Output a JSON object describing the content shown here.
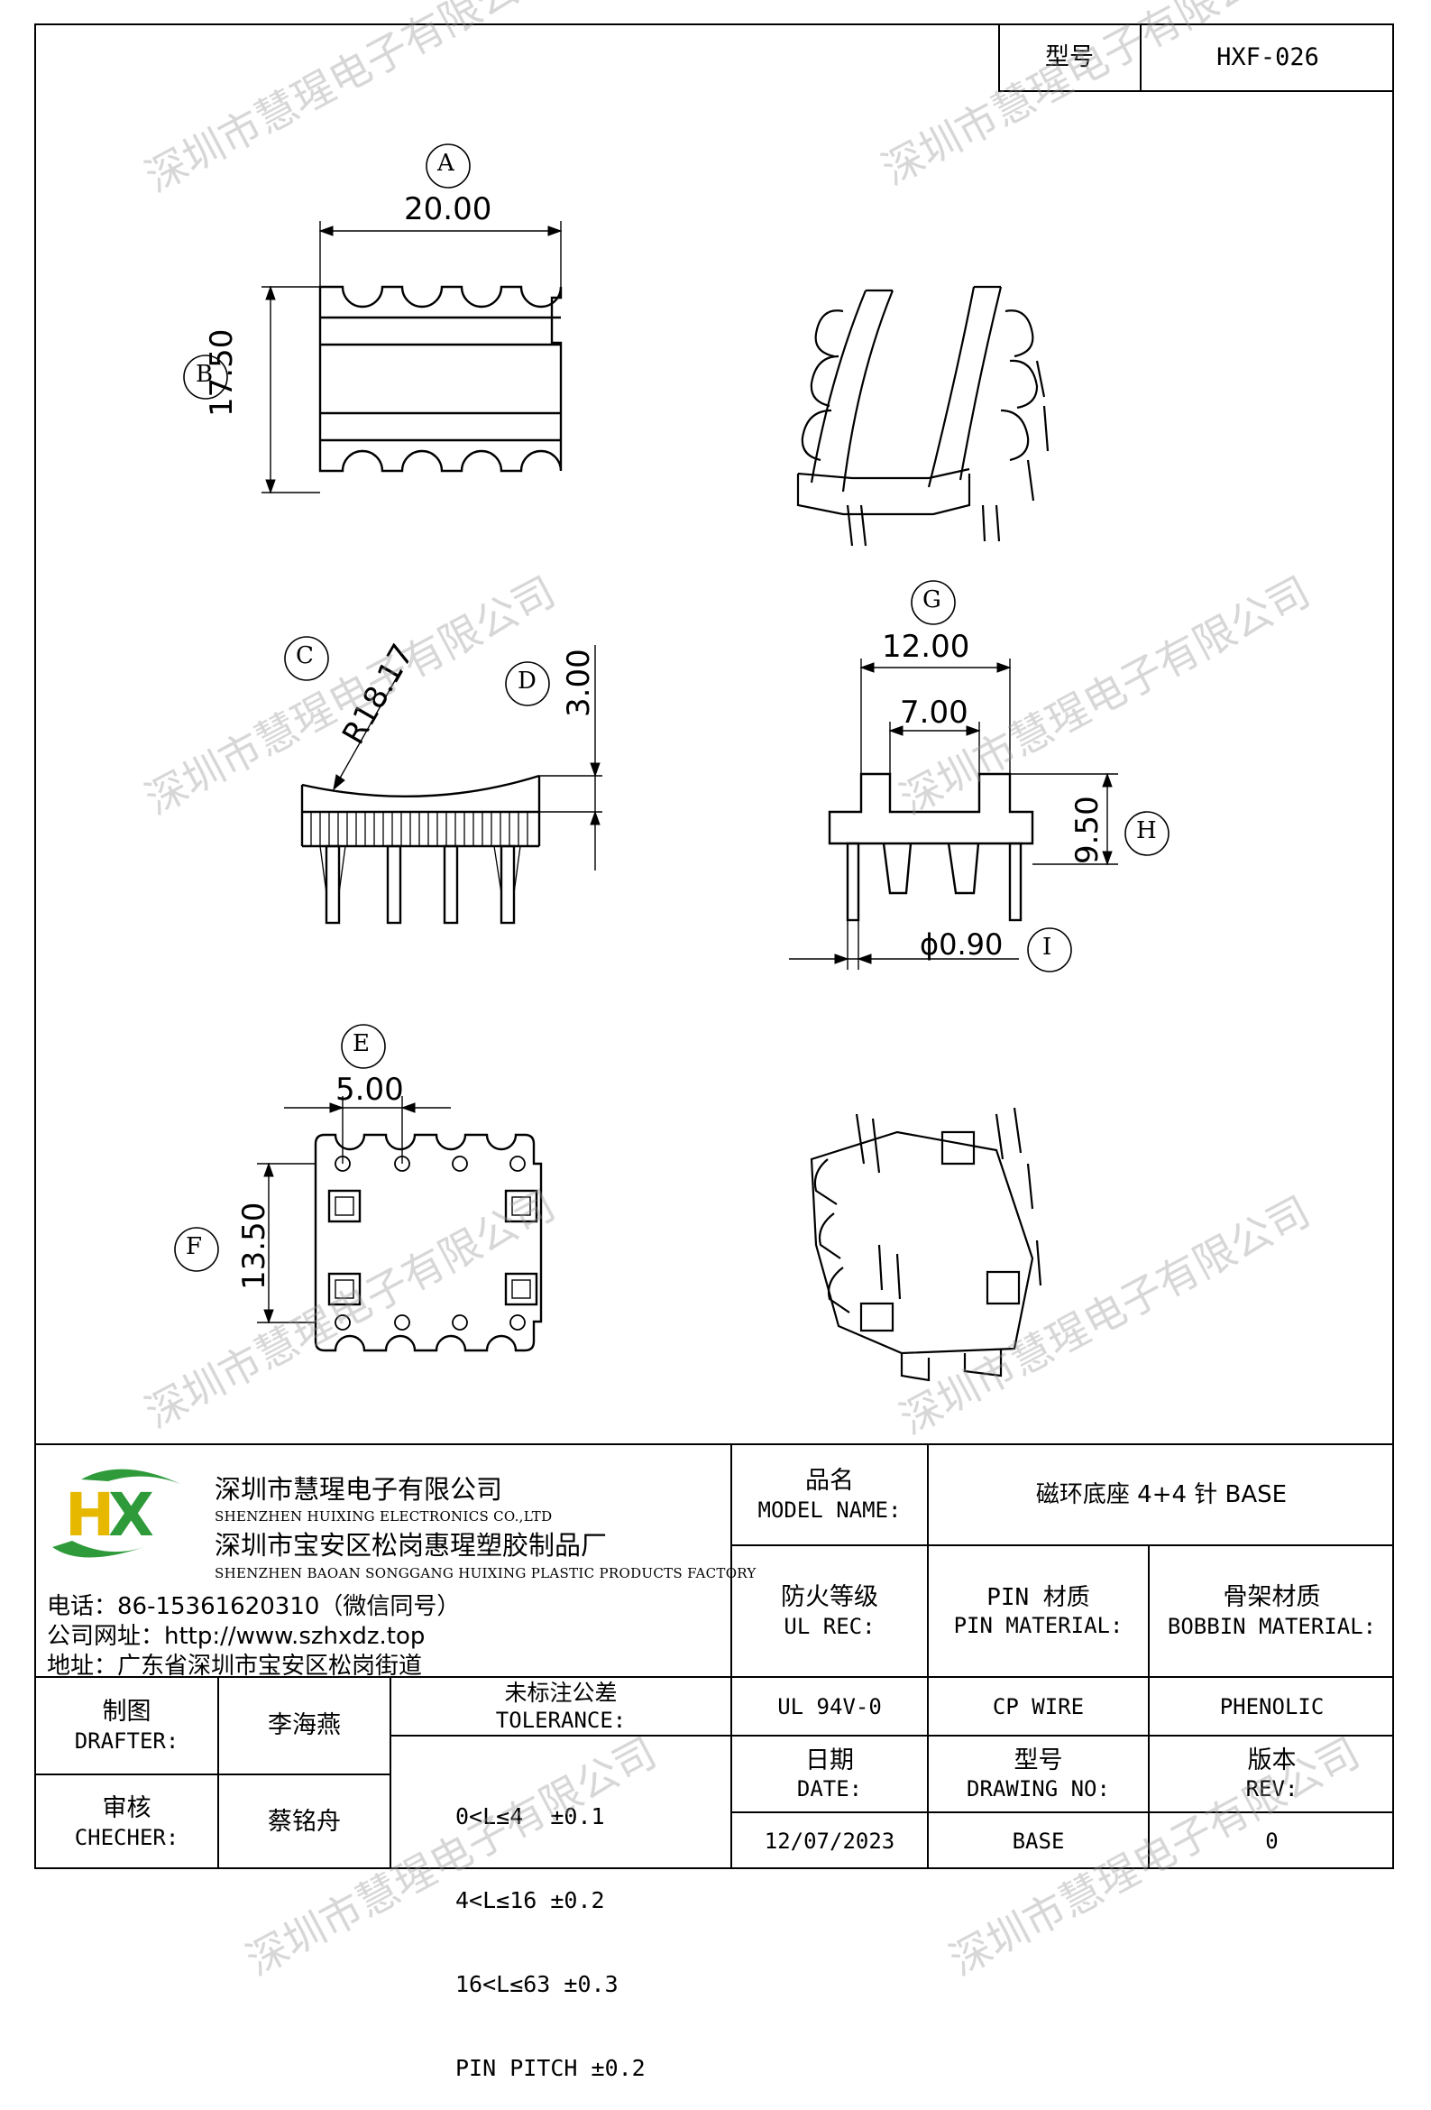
{
  "header": {
    "model_label": "型号",
    "model_value": "HXF-026"
  },
  "dimensions": {
    "A": {
      "letter": "A",
      "value": "20.00"
    },
    "B": {
      "letter": "B",
      "value": "17.50"
    },
    "C": {
      "letter": "C",
      "value": "R18.17"
    },
    "D": {
      "letter": "D",
      "value": "3.00"
    },
    "E": {
      "letter": "E",
      "value": "5.00"
    },
    "F": {
      "letter": "F",
      "value": "13.50"
    },
    "G": {
      "letter": "G",
      "value": "12.00",
      "inner": "7.00"
    },
    "H": {
      "letter": "H",
      "value": "9.50"
    },
    "I": {
      "letter": "I",
      "value": "ϕ0.90"
    }
  },
  "watermarks": [
    "深圳市慧瑆电子有限公司",
    "深圳市慧瑆电子有限公司",
    "深圳市慧瑆电子有限公司",
    "深圳市慧瑆电子有限公司",
    "深圳市慧瑆电子有限公司",
    "深圳市慧瑆电子有限公司",
    "深圳市慧瑆电子有限公司",
    "深圳市慧瑆电子有限公司"
  ],
  "company": {
    "logo_letters": "HX",
    "brand_colors": {
      "green": "#2e9a3a",
      "yellow": "#e6b800"
    },
    "name_cn": "深圳市慧瑆电子有限公司",
    "name_en": "SHENZHEN HUIXING ELECTRONICS CO.,LTD",
    "factory_cn": "深圳市宝安区松岗惠瑆塑胶制品厂",
    "factory_en": "SHENZHEN BAOAN SONGGANG HUIXING PLASTIC PRODUCTS FACTORY",
    "phone": "电话：86-15361620310（微信同号）",
    "website": "公司网址：http://www.szhxdz.top",
    "address": "地址：广东省深圳市宝安区松岗街道"
  },
  "title_block": {
    "model_name_cn": "品名",
    "model_name_en": "MODEL NAME:",
    "model_name_value": "磁环底座 4+4 针 BASE",
    "ul_cn": "防火等级",
    "ul_en": "UL REC:",
    "pin_cn": "PIN 材质",
    "pin_en": "PIN MATERIAL:",
    "bobbin_cn": "骨架材质",
    "bobbin_en": "BOBBIN MATERIAL:",
    "ul_value": "UL 94V-0",
    "pin_value": "CP WIRE",
    "bobbin_value": "PHENOLIC",
    "drafter_cn": "制图",
    "drafter_en": "DRAFTER:",
    "drafter_name": "李海燕",
    "checker_cn": "审核",
    "checker_en": "CHECHER:",
    "checker_name": "蔡铭舟",
    "tolerance_cn": "未标注公差",
    "tolerance_en": "TOLERANCE:",
    "tolerances": [
      "0<L≤4  ±0.1",
      "4<L≤16 ±0.2",
      "16<L≤63 ±0.3",
      "PIN PITCH ±0.2"
    ],
    "date_cn": "日期",
    "date_en": "DATE:",
    "date_value": "12/07/2023",
    "drawing_no_cn": "型号",
    "drawing_no_en": "DRAWING NO:",
    "drawing_no_value": "BASE",
    "rev_cn": "版本",
    "rev_en": "REV:",
    "rev_value": "0"
  }
}
